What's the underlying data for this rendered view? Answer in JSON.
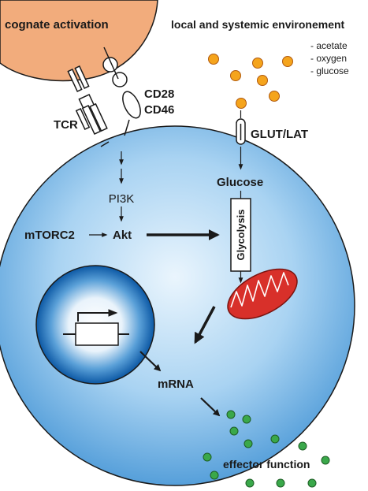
{
  "labels": {
    "cognate_activation": "cognate activation",
    "environment_title": "local and systemic environement",
    "env_items": [
      "- acetate",
      "- oxygen",
      "- glucose"
    ],
    "tcr": "TCR",
    "cd28": "CD28",
    "cd46": "CD46",
    "glut_lat": "GLUT/LAT",
    "glucose": "Glucose",
    "glycolysis": "Glycolysis",
    "pi3k": "PI3K",
    "mtorc2": "mTORC2",
    "akt": "Akt",
    "mrna": "mRNA",
    "effector_function": "effector function"
  },
  "colors": {
    "apc": "#f0a878",
    "cell_light": "#d8ecfa",
    "cell_mid": "#9fcdf0",
    "cell_dark": "#3b8fd4",
    "nucleus_light": "#ffffff",
    "nucleus_dark": "#0d5aa6",
    "metabolite": "#f5a41c",
    "effector": "#3aa84a",
    "mitochondrion": "#d8302a",
    "arrow": "#1a1a1a"
  }
}
